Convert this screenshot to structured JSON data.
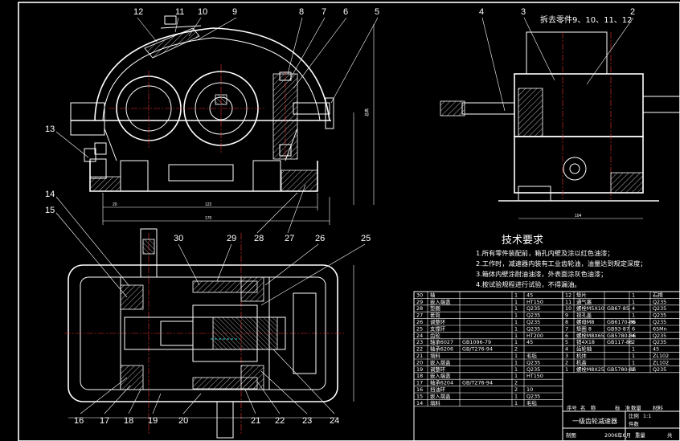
{
  "top_right_note": "拆去零件9、10、11、12",
  "tech_requirements": {
    "title": "技术要求",
    "items": [
      "1.所有零件装配前，箱孔内壁及涂以红色油漆；",
      "2.工作时，减速器内装有工业齿轮油，油量达到规定深度；",
      "3.箱体内壁涂耐油油漆，外表面涂灰色油漆；",
      "4.按试验规程进行试验，不得漏油。"
    ]
  },
  "callouts": {
    "top": [
      "12",
      "11",
      "10",
      "9",
      "8",
      "7",
      "6",
      "5"
    ],
    "right_view": [
      "4",
      "3",
      "2"
    ],
    "left": [
      "13",
      "14",
      "15"
    ],
    "mid": [
      "30",
      "29",
      "28",
      "27",
      "26",
      "25"
    ],
    "bottom": [
      "16",
      "17",
      "18",
      "19",
      "20",
      "21",
      "22",
      "23",
      "24"
    ]
  },
  "bom_left": [
    {
      "no": "30",
      "name": "轴",
      "qty": "1",
      "mat": "45"
    },
    {
      "no": "29",
      "name": "嵌入端盖",
      "qty": "1",
      "mat": "HT150"
    },
    {
      "no": "28",
      "name": "垫圈",
      "qty": "1",
      "mat": "Q235"
    },
    {
      "no": "27",
      "name": "套筒",
      "qty": "1",
      "mat": "Q235"
    },
    {
      "no": "26",
      "name": "调整环",
      "qty": "1",
      "mat": "Q235"
    },
    {
      "no": "25",
      "name": "支撑环",
      "qty": "1",
      "mat": "Q235"
    },
    {
      "no": "24",
      "name": "齿轮",
      "qty": "1",
      "mat": "HT200"
    },
    {
      "no": "23",
      "name": "轴承6027",
      "std": "GB1096-79",
      "qty": "1",
      "mat": "45"
    },
    {
      "no": "22",
      "name": "轴承6206",
      "std": "GB/T276-94",
      "qty": "2",
      "mat": ""
    },
    {
      "no": "21",
      "name": "填料",
      "qty": "1",
      "mat": "毛毡"
    },
    {
      "no": "20",
      "name": "嵌入端盖",
      "qty": "1",
      "mat": "Q235"
    },
    {
      "no": "19",
      "name": "调整环",
      "qty": "1",
      "mat": "Q235"
    },
    {
      "no": "18",
      "name": "嵌入端盖",
      "qty": "1",
      "mat": "HT150"
    },
    {
      "no": "17",
      "name": "轴承6204",
      "std": "GB/T276-94",
      "qty": "2",
      "mat": ""
    },
    {
      "no": "16",
      "name": "挡油环",
      "qty": "2",
      "mat": "10"
    },
    {
      "no": "15",
      "name": "嵌入端盖",
      "qty": "1",
      "mat": "Q235"
    },
    {
      "no": "14",
      "name": "填料",
      "qty": "1",
      "mat": "毛毡"
    }
  ],
  "bom_right": [
    {
      "no": "12",
      "name": "垫片",
      "qty": "1",
      "mat": "石棉"
    },
    {
      "no": "11",
      "name": "通气塞",
      "qty": "1",
      "mat": "Q235"
    },
    {
      "no": "10",
      "name": "螺栓M5X10",
      "std": "GB67-85",
      "qty": "4",
      "mat": "Q235"
    },
    {
      "no": "9",
      "name": "视孔盖",
      "qty": "1",
      "mat": "Q235"
    },
    {
      "no": "8",
      "name": "螺母M8",
      "std": "GB6170-86",
      "qty": "6",
      "mat": "Q235"
    },
    {
      "no": "7",
      "name": "垫圈 8",
      "std": "GB93-87",
      "qty": "6",
      "mat": "65Mn"
    },
    {
      "no": "6",
      "name": "螺栓M8X65",
      "std": "GB5780-86",
      "qty": "4",
      "mat": "Q235"
    },
    {
      "no": "5",
      "name": "销4X18",
      "std": "GB117-86",
      "qty": "2",
      "mat": "Q235"
    },
    {
      "no": "4",
      "name": "齿轮轴",
      "qty": "1",
      "mat": "45"
    },
    {
      "no": "3",
      "name": "机体",
      "qty": "1",
      "mat": "ZL102"
    },
    {
      "no": "2",
      "name": "机盖",
      "qty": "1",
      "mat": "ZL102"
    },
    {
      "no": "1",
      "name": "螺栓M8X25",
      "std": "GB5780-86",
      "qty": "2",
      "mat": "Q235"
    }
  ],
  "bom_header": {
    "no": "序号",
    "name": "名　称",
    "std": "标　准",
    "qty": "数量",
    "mat": "材料"
  },
  "title_block": {
    "title": "一级齿轮减速器",
    "scale_label": "比例",
    "scale": "1:1",
    "count_label": "件数",
    "date": "2006年6月",
    "weight_label": "重量",
    "sheet": "共",
    "drawn_label": "制图"
  },
  "dimensions": {
    "front_width": "122",
    "front_total": "170",
    "front_left": "20",
    "side_width": "104",
    "front_height": "总高"
  }
}
